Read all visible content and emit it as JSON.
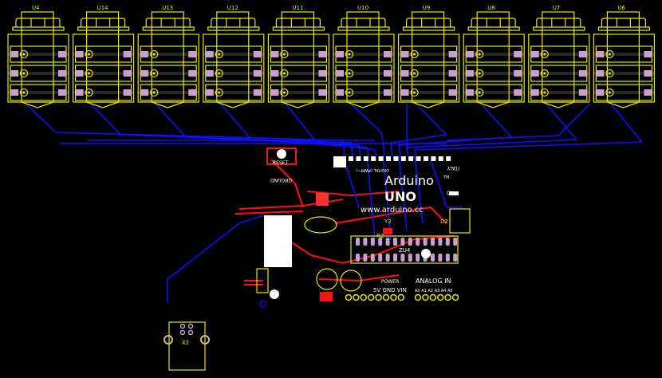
{
  "modules": [
    "U4",
    "U14",
    "U13",
    "U12",
    "U11",
    "U10",
    "U9",
    "U8",
    "U7",
    "U6"
  ],
  "board": {
    "title1": "Arduino",
    "title2": "UNO",
    "trademark": "TM",
    "url": "www.arduino.cc",
    "reset": "RESET",
    "ground": "GROUND",
    "italy": "ITALY",
    "on": "ON",
    "y2": "Y2",
    "r2": "R2",
    "d2": "D2",
    "zu4": "ZU4",
    "power": "POWER",
    "power_pins": "5V GND VIN",
    "analog": "ANALOG IN",
    "analog_pins": "A0 A1 A2 A3 A4 A5",
    "digital": "DIGITAL (PWM~)"
  },
  "connector": {
    "label": "X2"
  },
  "colors": {
    "silkscreen": "#e8e800",
    "top_copper": "#ff1010",
    "bottom_copper": "#1010ff",
    "pad": "#c8a0d0",
    "background": "#000000"
  }
}
